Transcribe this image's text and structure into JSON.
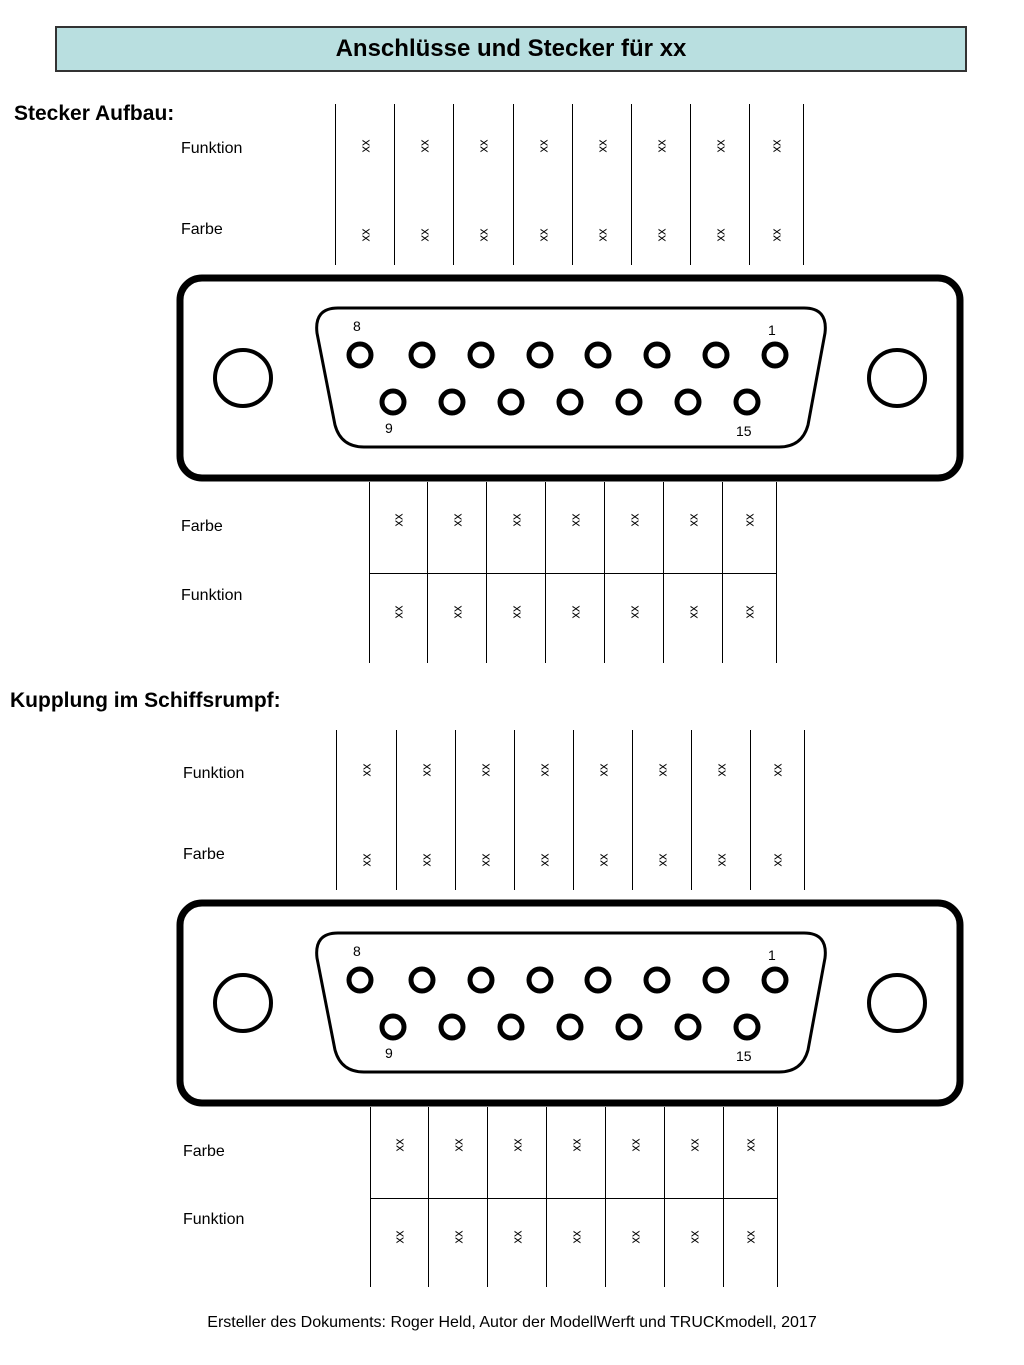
{
  "title": "Anschlüsse und Stecker für xx",
  "sections": [
    {
      "heading": "Stecker Aufbau:",
      "top_table": {
        "row1_label": "Funktion",
        "row2_label": "Farbe",
        "row1": [
          "xx",
          "xx",
          "xx",
          "xx",
          "xx",
          "xx",
          "xx",
          "xx"
        ],
        "row2": [
          "xx",
          "xx",
          "xx",
          "xx",
          "xx",
          "xx",
          "xx",
          "xx"
        ]
      },
      "connector": {
        "pin_top_left": "8",
        "pin_top_right": "1",
        "pin_bottom_left": "9",
        "pin_bottom_right": "15"
      },
      "bottom_table": {
        "row1_label": "Farbe",
        "row2_label": "Funktion",
        "row1": [
          "xx",
          "xx",
          "xx",
          "xx",
          "xx",
          "xx",
          "xx"
        ],
        "row2": [
          "xx",
          "xx",
          "xx",
          "xx",
          "xx",
          "xx",
          "xx"
        ]
      }
    },
    {
      "heading": "Kupplung im Schiffsrumpf:",
      "top_table": {
        "row1_label": "Funktion",
        "row2_label": "Farbe",
        "row1": [
          "xx",
          "xx",
          "xx",
          "xx",
          "xx",
          "xx",
          "xx",
          "xx"
        ],
        "row2": [
          "xx",
          "xx",
          "xx",
          "xx",
          "xx",
          "xx",
          "xx",
          "xx"
        ]
      },
      "connector": {
        "pin_top_left": "8",
        "pin_top_right": "1",
        "pin_bottom_left": "9",
        "pin_bottom_right": "15"
      },
      "bottom_table": {
        "row1_label": "Farbe",
        "row2_label": "Funktion",
        "row1": [
          "xx",
          "xx",
          "xx",
          "xx",
          "xx",
          "xx",
          "xx"
        ],
        "row2": [
          "xx",
          "xx",
          "xx",
          "xx",
          "xx",
          "xx",
          "xx"
        ]
      }
    }
  ],
  "footer": "Ersteller des Dokuments: Roger Held, Autor der ModellWerft und TRUCKmodell, 2017",
  "colors": {
    "title_background": "#b9dfe0"
  }
}
